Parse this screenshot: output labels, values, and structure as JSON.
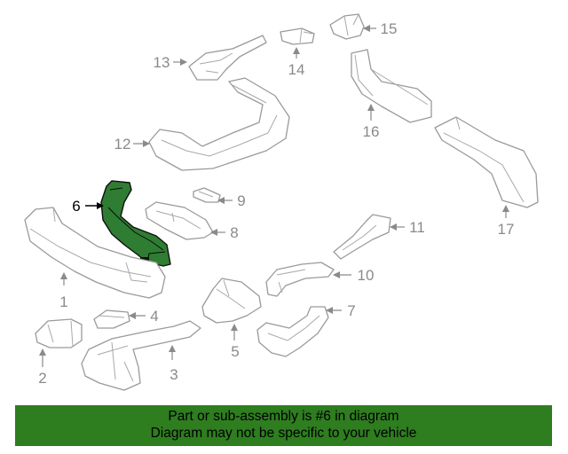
{
  "diagram": {
    "highlighted_part": "6",
    "callouts": [
      "1",
      "2",
      "3",
      "4",
      "5",
      "6",
      "7",
      "8",
      "9",
      "10",
      "11",
      "12",
      "13",
      "14",
      "15",
      "16",
      "17"
    ],
    "colors": {
      "highlight": "#2e7d32",
      "line": "#9a9a9a",
      "banner": "#2e7d1f"
    }
  },
  "banner": {
    "line1": "Part or sub-assembly is #6 in diagram",
    "line2": "Diagram may not be specific to your vehicle"
  }
}
